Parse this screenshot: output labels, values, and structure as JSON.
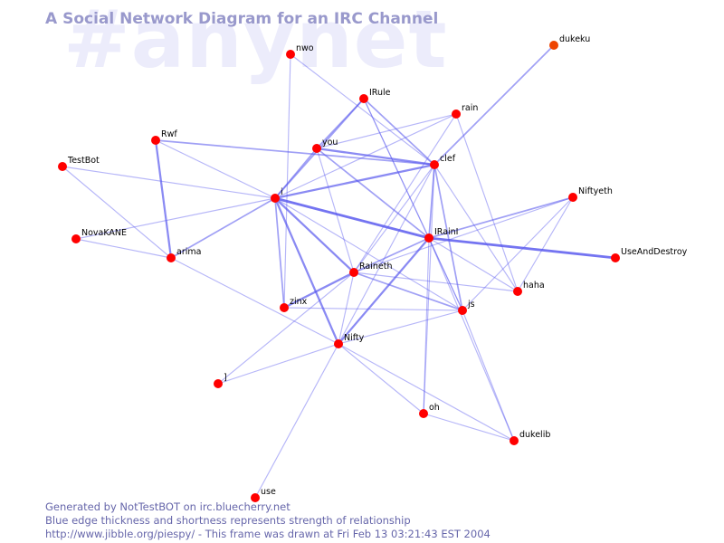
{
  "watermark": "#anynet",
  "title": "A Social Network Diagram for an IRC Channel",
  "footer": {
    "line1": "Generated by NotTestBOT on irc.bluecherry.net",
    "line2": "Blue edge thickness and shortness represents strength of relationship",
    "line3": "http://www.jibble.org/piespy/ - This frame was drawn at Fri Feb 13 03:21:43 EST 2004"
  },
  "colors": {
    "node": "#ff0000",
    "node_highlight": "#ee4400",
    "edge": "#5555ee",
    "title": "#9999cc",
    "watermark": "#ececfb",
    "footer": "#6666aa"
  },
  "nodes": [
    {
      "id": "nwo",
      "label": "nwo",
      "color": "#ff0000"
    },
    {
      "id": "dukeku",
      "label": "dukeku",
      "color": "#ee4400"
    },
    {
      "id": "IRule",
      "label": "IRule",
      "color": "#ff0000"
    },
    {
      "id": "rain",
      "label": "rain",
      "color": "#ff0000"
    },
    {
      "id": "Rwf",
      "label": "Rwf",
      "color": "#ff0000"
    },
    {
      "id": "you",
      "label": "you",
      "color": "#ff0000"
    },
    {
      "id": "clef",
      "label": "clef",
      "color": "#ff0000"
    },
    {
      "id": "TestBot",
      "label": "TestBot",
      "color": "#ff0000"
    },
    {
      "id": "i",
      "label": "i",
      "color": "#ff0000"
    },
    {
      "id": "Niftyeth",
      "label": "Niftyeth",
      "color": "#ff0000"
    },
    {
      "id": "IRainI",
      "label": "IRainI",
      "color": "#ff0000"
    },
    {
      "id": "NovaKANE",
      "label": "NovaKANE",
      "color": "#ff0000"
    },
    {
      "id": "arima",
      "label": "arima",
      "color": "#ff0000"
    },
    {
      "id": "UseAndDestroy",
      "label": "UseAndDestroy",
      "color": "#ff0000"
    },
    {
      "id": "Raineth",
      "label": "Raineth",
      "color": "#ff0000"
    },
    {
      "id": "haha",
      "label": "haha",
      "color": "#ff0000"
    },
    {
      "id": "zinx",
      "label": "zinx",
      "color": "#ff0000"
    },
    {
      "id": "js",
      "label": "js",
      "color": "#ff0000"
    },
    {
      "id": "Nifty",
      "label": "Nifty",
      "color": "#ff0000"
    },
    {
      "id": "j",
      "label": "]",
      "color": "#ff0000"
    },
    {
      "id": "oh",
      "label": "oh",
      "color": "#ff0000"
    },
    {
      "id": "dukelib",
      "label": "dukelib",
      "color": "#ff0000"
    },
    {
      "id": "use",
      "label": "use",
      "color": "#ff0000"
    }
  ],
  "edges": [
    {
      "source": "dukeku",
      "target": "clef",
      "strength": 2
    },
    {
      "source": "nwo",
      "target": "clef",
      "strength": 1
    },
    {
      "source": "nwo",
      "target": "zinx",
      "strength": 1
    },
    {
      "source": "IRule",
      "target": "you",
      "strength": 2
    },
    {
      "source": "IRule",
      "target": "i",
      "strength": 2
    },
    {
      "source": "IRule",
      "target": "IRainI",
      "strength": 1
    },
    {
      "source": "IRule",
      "target": "clef",
      "strength": 2
    },
    {
      "source": "IRule",
      "target": "js",
      "strength": 1
    },
    {
      "source": "rain",
      "target": "you",
      "strength": 1
    },
    {
      "source": "rain",
      "target": "i",
      "strength": 1
    },
    {
      "source": "rain",
      "target": "haha",
      "strength": 1
    },
    {
      "source": "rain",
      "target": "Raineth",
      "strength": 1
    },
    {
      "source": "Rwf",
      "target": "arima",
      "strength": 3
    },
    {
      "source": "Rwf",
      "target": "clef",
      "strength": 2
    },
    {
      "source": "Rwf",
      "target": "i",
      "strength": 1
    },
    {
      "source": "TestBot",
      "target": "i",
      "strength": 1
    },
    {
      "source": "TestBot",
      "target": "arima",
      "strength": 1
    },
    {
      "source": "you",
      "target": "i",
      "strength": 2
    },
    {
      "source": "you",
      "target": "clef",
      "strength": 3
    },
    {
      "source": "you",
      "target": "IRainI",
      "strength": 2
    },
    {
      "source": "you",
      "target": "Raineth",
      "strength": 1
    },
    {
      "source": "clef",
      "target": "i",
      "strength": 3
    },
    {
      "source": "clef",
      "target": "IRainI",
      "strength": 2
    },
    {
      "source": "clef",
      "target": "Raineth",
      "strength": 1
    },
    {
      "source": "clef",
      "target": "js",
      "strength": 2
    },
    {
      "source": "clef",
      "target": "haha",
      "strength": 1
    },
    {
      "source": "clef",
      "target": "oh",
      "strength": 1
    },
    {
      "source": "clef",
      "target": "Nifty",
      "strength": 1
    },
    {
      "source": "i",
      "target": "IRainI",
      "strength": 4
    },
    {
      "source": "i",
      "target": "Raineth",
      "strength": 3
    },
    {
      "source": "i",
      "target": "zinx",
      "strength": 2
    },
    {
      "source": "i",
      "target": "Nifty",
      "strength": 3
    },
    {
      "source": "i",
      "target": "NovaKANE",
      "strength": 1
    },
    {
      "source": "i",
      "target": "arima",
      "strength": 2
    },
    {
      "source": "i",
      "target": "js",
      "strength": 1
    },
    {
      "source": "NovaKANE",
      "target": "arima",
      "strength": 1
    },
    {
      "source": "arima",
      "target": "Nifty",
      "strength": 1
    },
    {
      "source": "IRainI",
      "target": "UseAndDestroy",
      "strength": 4
    },
    {
      "source": "IRainI",
      "target": "Niftyeth",
      "strength": 2
    },
    {
      "source": "IRainI",
      "target": "Raineth",
      "strength": 2
    },
    {
      "source": "IRainI",
      "target": "Nifty",
      "strength": 3
    },
    {
      "source": "IRainI",
      "target": "haha",
      "strength": 1
    },
    {
      "source": "IRainI",
      "target": "js",
      "strength": 1
    },
    {
      "source": "IRainI",
      "target": "oh",
      "strength": 1
    },
    {
      "source": "IRainI",
      "target": "dukelib",
      "strength": 1
    },
    {
      "source": "Niftyeth",
      "target": "js",
      "strength": 1
    },
    {
      "source": "Niftyeth",
      "target": "haha",
      "strength": 1
    },
    {
      "source": "Niftyeth",
      "target": "Raineth",
      "strength": 1
    },
    {
      "source": "Raineth",
      "target": "zinx",
      "strength": 3
    },
    {
      "source": "Raineth",
      "target": "js",
      "strength": 2
    },
    {
      "source": "Raineth",
      "target": "haha",
      "strength": 1
    },
    {
      "source": "Raineth",
      "target": "Nifty",
      "strength": 1
    },
    {
      "source": "Raineth",
      "target": "j",
      "strength": 1
    },
    {
      "source": "zinx",
      "target": "js",
      "strength": 1
    },
    {
      "source": "js",
      "target": "Nifty",
      "strength": 1
    },
    {
      "source": "js",
      "target": "dukelib",
      "strength": 1
    },
    {
      "source": "Nifty",
      "target": "j",
      "strength": 1
    },
    {
      "source": "Nifty",
      "target": "use",
      "strength": 1
    },
    {
      "source": "Nifty",
      "target": "oh",
      "strength": 1
    },
    {
      "source": "Nifty",
      "target": "dukelib",
      "strength": 1
    },
    {
      "source": "oh",
      "target": "dukelib",
      "strength": 1
    }
  ]
}
